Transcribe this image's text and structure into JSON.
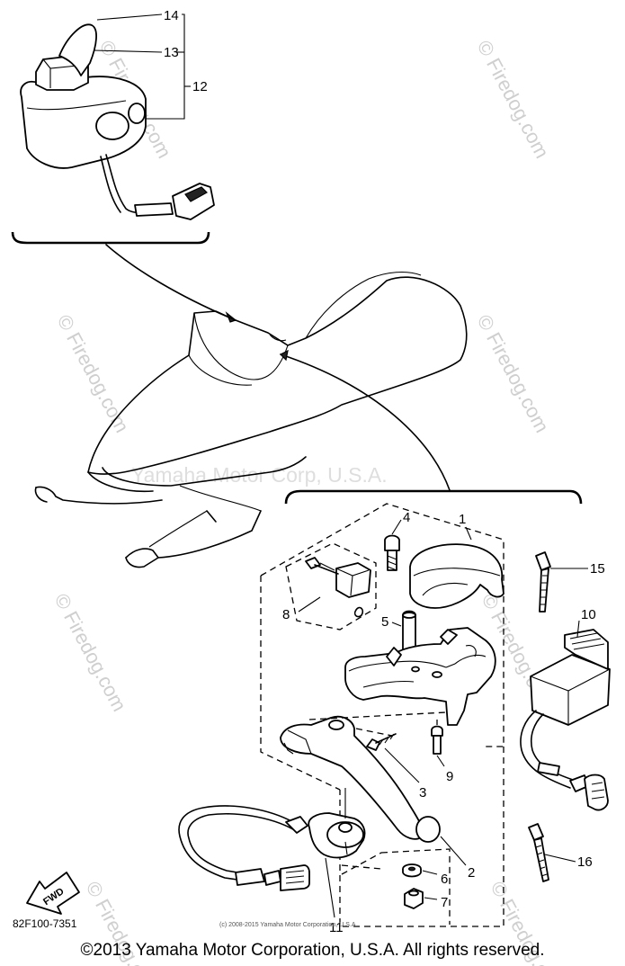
{
  "watermarks": {
    "center": "Yamaha Motor Corp, U.S.A.",
    "site": "© Firedog.com"
  },
  "callouts": [
    "1",
    "2",
    "3",
    "4",
    "5",
    "6",
    "7",
    "8",
    "9",
    "10",
    "11",
    "12",
    "13",
    "14",
    "15",
    "16"
  ],
  "fwd_label": "FWD",
  "part_number": "82F100-7351",
  "small_copyright": "(c) 2008-2015 Yamaha Motor Corporation, U.S.A.",
  "footer_copyright": "©2013 Yamaha Motor Corporation, U.S.A. All rights reserved.",
  "colors": {
    "line": "#000000",
    "watermark": "#cfcfcf",
    "background": "#ffffff"
  }
}
